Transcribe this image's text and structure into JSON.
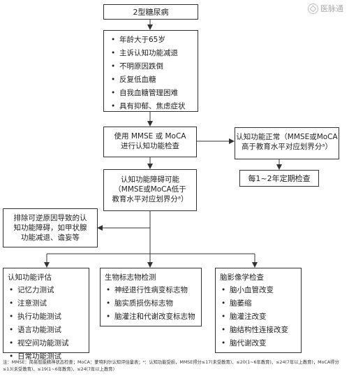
{
  "watermark": {
    "text": "医脉通"
  },
  "start": {
    "label": "2型糖尿病"
  },
  "criteria": {
    "items": [
      "年龄大于65岁",
      "主诉认知功能减退",
      "不明原因跌倒",
      "反复低血糖",
      "自我血糖管理困难",
      "具有抑郁、焦虑症状"
    ]
  },
  "screening": {
    "line1": "使用 MMSE 或 MoCA",
    "line2": "进行认知功能检查"
  },
  "normal": {
    "line1": "认知功能正常（MMSE或MoCA",
    "line2": "高于教育水平对应划界分ᵃ）"
  },
  "followup": {
    "label": "每1~2年定期检查"
  },
  "impaired": {
    "line1": "认知功能障碍可能",
    "line2": "（MMSE或MoCA低于",
    "line3": "教育水平对应划界分ᵃ）"
  },
  "exclude": {
    "line1": "排除可逆原因导致的认",
    "line2": "知功能障碍，如甲状腺",
    "line3": "功能减退、谵妄等"
  },
  "cognitive": {
    "title": "认知功能评估",
    "items": [
      "记忆力测试",
      "注意测试",
      "执行功能测试",
      "语言功能测试",
      "视空间功能测试",
      "日常功能测试"
    ]
  },
  "biomarker": {
    "title": "生物标志物检测",
    "items": [
      "神经退行性病变标志物",
      "脑实质损伤标志物",
      "脑灌注和代谢改变标志物"
    ]
  },
  "imaging": {
    "title": "脑影像学检查",
    "items": [
      "脑小血管改变",
      "脑萎缩",
      "脑灌注改变",
      "脑结构性连接改变",
      "脑代谢改变"
    ]
  },
  "footnote": {
    "line1": "注：MMSE：简易智能精神状态检查；MoCA：蒙特利尔认知评估量表；ᵃ：认知功能受损，MMSE得分≤17(未受教育)、≤20(1~6年教育)、≤24(7年以上教育)，MoCA得分",
    "line2": "≤13(未受教育)、≤19(1~6年教育)、≤24(7年以上教育)"
  }
}
